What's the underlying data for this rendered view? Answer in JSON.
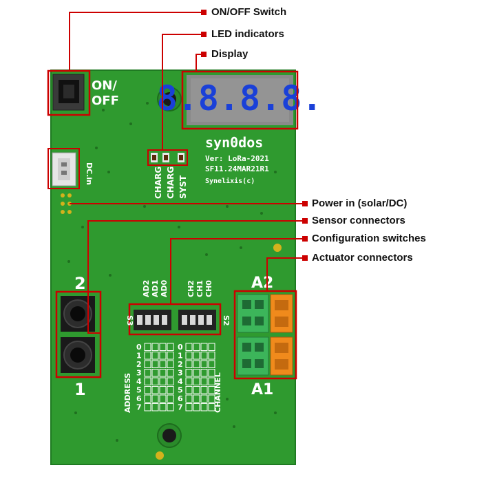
{
  "callouts": {
    "on_off_switch": "ON/OFF Switch",
    "led_indicators": "LED indicators",
    "display": "Display",
    "power_in": "Power in (solar/DC)",
    "sensor_connectors": "Sensor connectors",
    "configuration_switches": "Configuration switches",
    "actuator_connectors": "Actuator connectors"
  },
  "board": {
    "switch_label_line1": "ON/",
    "switch_label_line2": "OFF",
    "display_digits": "8.8.8.8.",
    "brand": "syn0dos",
    "version": "Ver: LoRa-2021",
    "serial": "SF11.24MAR21R1",
    "maker": "Synelixis(c)",
    "led_labels": [
      "CHARG",
      "CHARG",
      "SYST"
    ],
    "dc_in": "DC.in",
    "sensor_port_top": "2",
    "sensor_port_bottom": "1",
    "actuator_top": "A2",
    "actuator_bottom": "A1",
    "address_dip_labels": [
      "AD2",
      "AD1",
      "AD0"
    ],
    "channel_dip_labels": [
      "CH2",
      "CH1",
      "CH0"
    ],
    "s3": "S3",
    "s2": "S2",
    "address_table_label": "ADDRESS",
    "channel_table_label": "CHANNEL",
    "table_rows": [
      "0",
      "1",
      "2",
      "3",
      "4",
      "5",
      "6",
      "7"
    ]
  },
  "colors": {
    "pcb": "#2f9a2f",
    "callout_line": "#cc0000",
    "display_bg": "#8a8a8a",
    "segment": "#1a40d8",
    "terminal_green": "#3cb55a",
    "terminal_orange": "#f08a1c"
  }
}
